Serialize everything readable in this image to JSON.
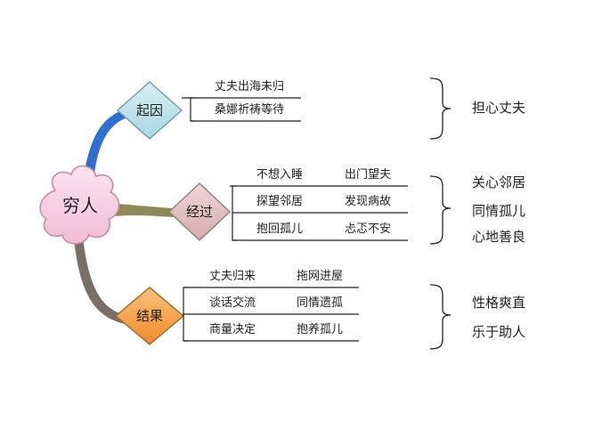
{
  "root": {
    "label": "穷人"
  },
  "branches": [
    {
      "label": "起因",
      "items": [
        {
          "cells": [
            "丈夫出海未归"
          ]
        },
        {
          "cells": [
            "桑娜祈祷等待"
          ]
        }
      ],
      "summary": [
        "担心丈夫"
      ],
      "colors": {
        "fill": "#bfe3ea",
        "stroke": "#7a9da6",
        "line": "#2e6fd0"
      }
    },
    {
      "label": "经过",
      "items": [
        {
          "cells": [
            "不想入睡",
            "出门望夫"
          ]
        },
        {
          "cells": [
            "探望邻居",
            "发现病故"
          ]
        },
        {
          "cells": [
            "抱回孤儿",
            "忐忑不安"
          ]
        }
      ],
      "summary": [
        "关心邻居",
        "同情孤儿",
        "心地善良"
      ],
      "colors": {
        "fill": "#e4c3c3",
        "stroke": "#9a7f7f",
        "line": "#8f8a5a"
      }
    },
    {
      "label": "结果",
      "items": [
        {
          "cells": [
            "丈夫归来",
            "拖网进屋"
          ]
        },
        {
          "cells": [
            "谈话交流",
            "同情遗孤"
          ]
        },
        {
          "cells": [
            "商量决定",
            "抱养孤儿"
          ]
        }
      ],
      "summary": [
        "性格爽直",
        "乐于助人"
      ],
      "colors": {
        "fill": "#f6a64a",
        "stroke": "#a0703a",
        "line": "#7a6f66"
      }
    }
  ]
}
